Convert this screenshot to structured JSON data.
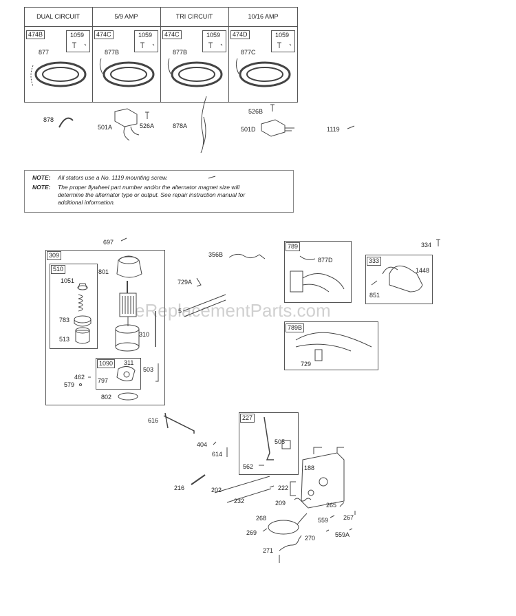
{
  "stator_headers": [
    "DUAL CIRCUIT",
    "5/9 AMP",
    "TRI CIRCUIT",
    "10/16 AMP"
  ],
  "stator_tags": [
    "474B",
    "474C",
    "474C",
    "474D"
  ],
  "screw_tag": "1059",
  "stator_wire_labels": [
    "877",
    "877B",
    "877B",
    "877C"
  ],
  "row2_labels": {
    "p878": "878",
    "p501A": "501A",
    "p526A": "526A",
    "p878A": "878A",
    "p526B": "526B",
    "p501D": "501D",
    "p1119": "1119"
  },
  "notes": {
    "label": "NOTE:",
    "line1": "All stators use a No. 1119 mounting screw.",
    "line2a": "The proper flywheel part number and/or the alternator magnet size will",
    "line2b": "determine the alternator type or output. See repair instruction manual for",
    "line2c": "additional information."
  },
  "starter": {
    "p697": "697",
    "g309": "309",
    "g510": "510",
    "p1051": "1051",
    "p801": "801",
    "p783": "783",
    "p513": "513",
    "p310": "310",
    "g1090": "1090",
    "p311": "311",
    "p797": "797",
    "p503": "503",
    "p462": "462",
    "p579": "579",
    "p802": "802"
  },
  "mid": {
    "p356B": "356B",
    "p729A": "729A",
    "p5": "5",
    "g789": "789",
    "p877D": "877D",
    "g333": "333",
    "p1448": "1448",
    "p851": "851",
    "p334": "334",
    "g789B": "789B",
    "p729": "729"
  },
  "watermark": "eReplacementParts.com",
  "bottom": {
    "p616": "616",
    "g227": "227",
    "p505": "505",
    "p404": "404",
    "p614": "614",
    "p562": "562",
    "p188": "188",
    "p216": "216",
    "p202": "202",
    "p222": "222",
    "p232": "232",
    "p209": "209",
    "p265": "265",
    "p268": "268",
    "p559": "559",
    "p267": "267",
    "p269": "269",
    "p270": "270",
    "p559A": "559A",
    "p271": "271"
  }
}
